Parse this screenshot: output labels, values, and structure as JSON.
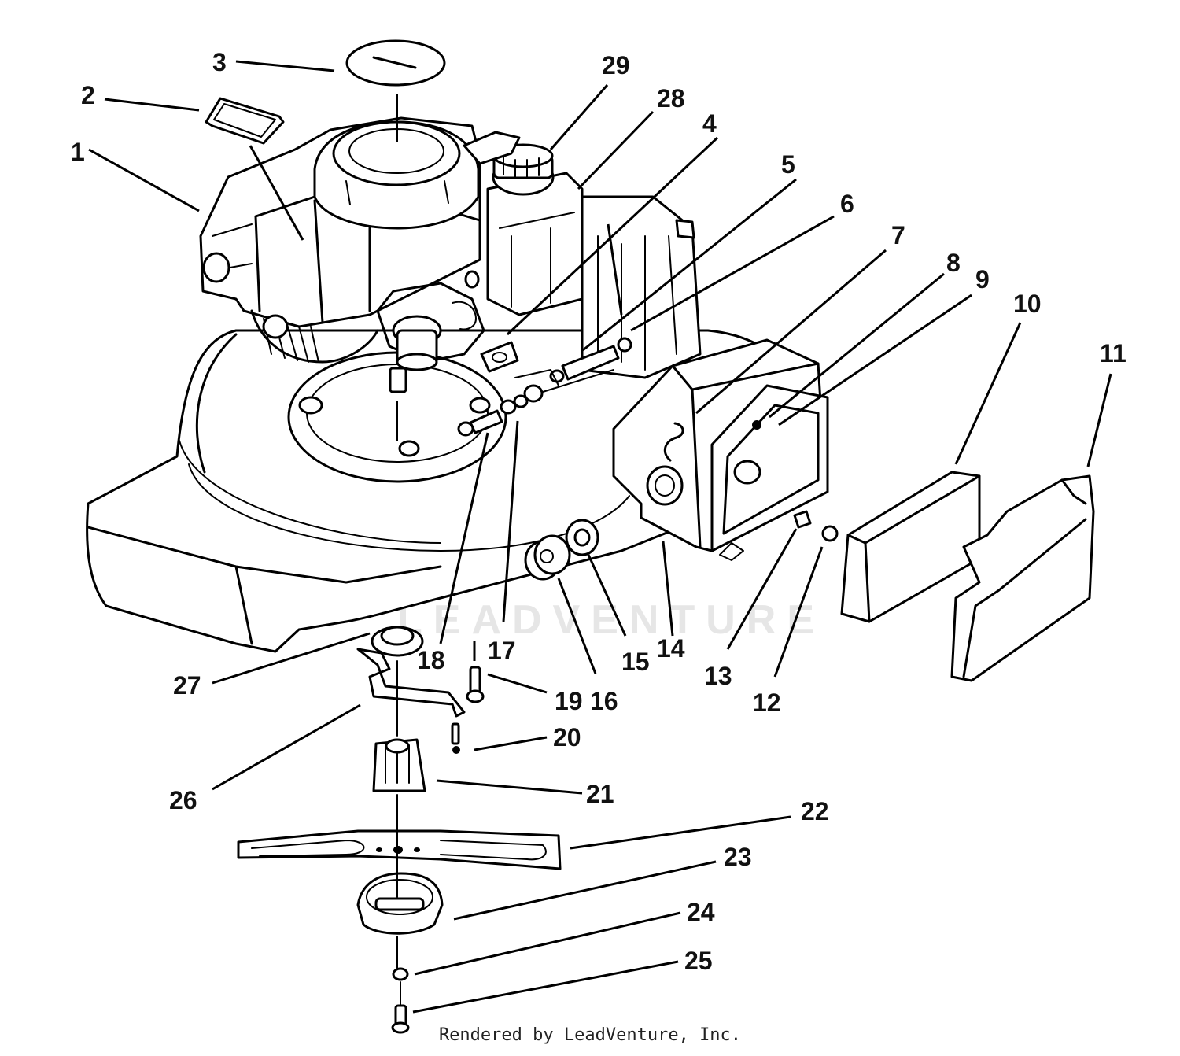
{
  "watermark": "LEADVENTURE",
  "credit": "Rendered by LeadVenture, Inc.",
  "callouts": [
    {
      "label": "1"
    },
    {
      "label": "2"
    },
    {
      "label": "3"
    },
    {
      "label": "4"
    },
    {
      "label": "5"
    },
    {
      "label": "6"
    },
    {
      "label": "7"
    },
    {
      "label": "8"
    },
    {
      "label": "9"
    },
    {
      "label": "10"
    },
    {
      "label": "11"
    },
    {
      "label": "12"
    },
    {
      "label": "13"
    },
    {
      "label": "14"
    },
    {
      "label": "15"
    },
    {
      "label": "16"
    },
    {
      "label": "17"
    },
    {
      "label": "18"
    },
    {
      "label": "19"
    },
    {
      "label": "20"
    },
    {
      "label": "21"
    },
    {
      "label": "22"
    },
    {
      "label": "23"
    },
    {
      "label": "24"
    },
    {
      "label": "25"
    },
    {
      "label": "26"
    },
    {
      "label": "27"
    },
    {
      "label": "28"
    },
    {
      "label": "29"
    }
  ]
}
